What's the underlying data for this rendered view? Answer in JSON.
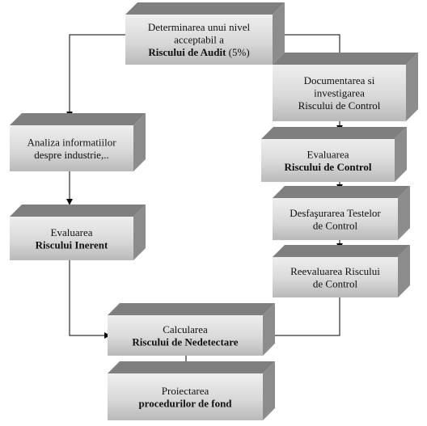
{
  "boxes": [
    {
      "id": "acceptable-level",
      "lines": [
        {
          "text": "Determinarea unui nivel"
        },
        {
          "text": "acceptabil a"
        },
        {
          "bold": "Riscului de Audit",
          "text": " (5%)"
        }
      ]
    },
    {
      "id": "industry-analysis",
      "lines": [
        {
          "text": "Analiza informatiilor"
        },
        {
          "text": "despre industrie,.."
        }
      ]
    },
    {
      "id": "inherent-risk",
      "lines": [
        {
          "text": "Evaluarea"
        },
        {
          "bold": "Riscului Inerent"
        }
      ]
    },
    {
      "id": "control-documentation",
      "lines": [
        {
          "text": "Documentarea si"
        },
        {
          "text": "investigarea"
        },
        {
          "text": "Riscului de Control"
        }
      ]
    },
    {
      "id": "control-risk-evaluation",
      "lines": [
        {
          "text": "Evaluarea"
        },
        {
          "bold": "Riscului de Control"
        }
      ]
    },
    {
      "id": "control-tests",
      "lines": [
        {
          "text": "Desfaşurarea Testelor"
        },
        {
          "text": "de Control"
        }
      ]
    },
    {
      "id": "control-reevaluation",
      "lines": [
        {
          "text": "Reevaluarea Riscului"
        },
        {
          "text": "de Control"
        }
      ]
    },
    {
      "id": "detection-risk",
      "lines": [
        {
          "text": "Calcularea"
        },
        {
          "bold": "Riscului de Nedetectare"
        }
      ]
    },
    {
      "id": "substantive-procedures",
      "lines": [
        {
          "text": "Proiectarea"
        },
        {
          "bold": "procedurilor de fond"
        }
      ]
    }
  ]
}
